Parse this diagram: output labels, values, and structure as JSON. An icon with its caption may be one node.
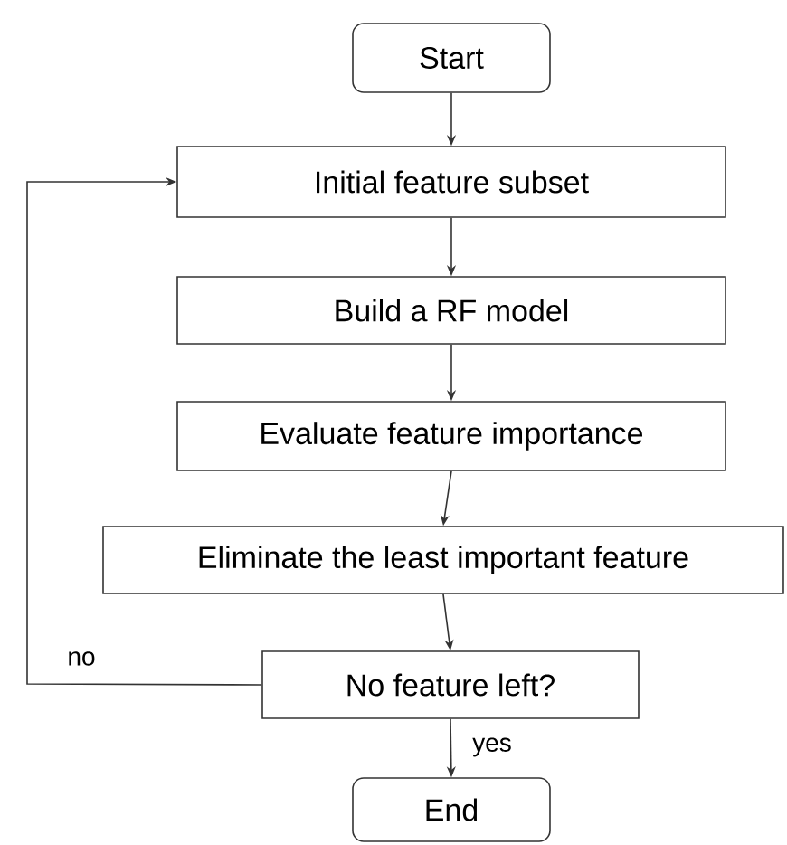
{
  "diagram": {
    "nodes": [
      {
        "text": [
          "Start"
        ]
      },
      {
        "text": [
          "Initial feature subset"
        ]
      },
      {
        "text": [
          "Build a RF model"
        ]
      },
      {
        "text": [
          "Evaluate feature importance"
        ]
      },
      {
        "text": [
          "Eliminate the least important feature"
        ]
      },
      {
        "text": [
          "No feature left?"
        ]
      },
      {
        "text": [
          "End"
        ]
      }
    ],
    "edges": [
      {
        "from": 0,
        "to": 1,
        "arrow": "to"
      },
      {
        "from": 1,
        "to": 2,
        "arrow": "to"
      },
      {
        "from": 2,
        "to": 3,
        "arrow": "to"
      },
      {
        "from": 3,
        "to": 4,
        "arrow": "to"
      },
      {
        "from": 4,
        "to": 5,
        "arrow": "to"
      },
      {
        "from": 5,
        "to": 1,
        "arrow": "to",
        "label": "no"
      },
      {
        "from": 5,
        "to": 6,
        "arrow": "to",
        "label": "yes"
      }
    ]
  }
}
